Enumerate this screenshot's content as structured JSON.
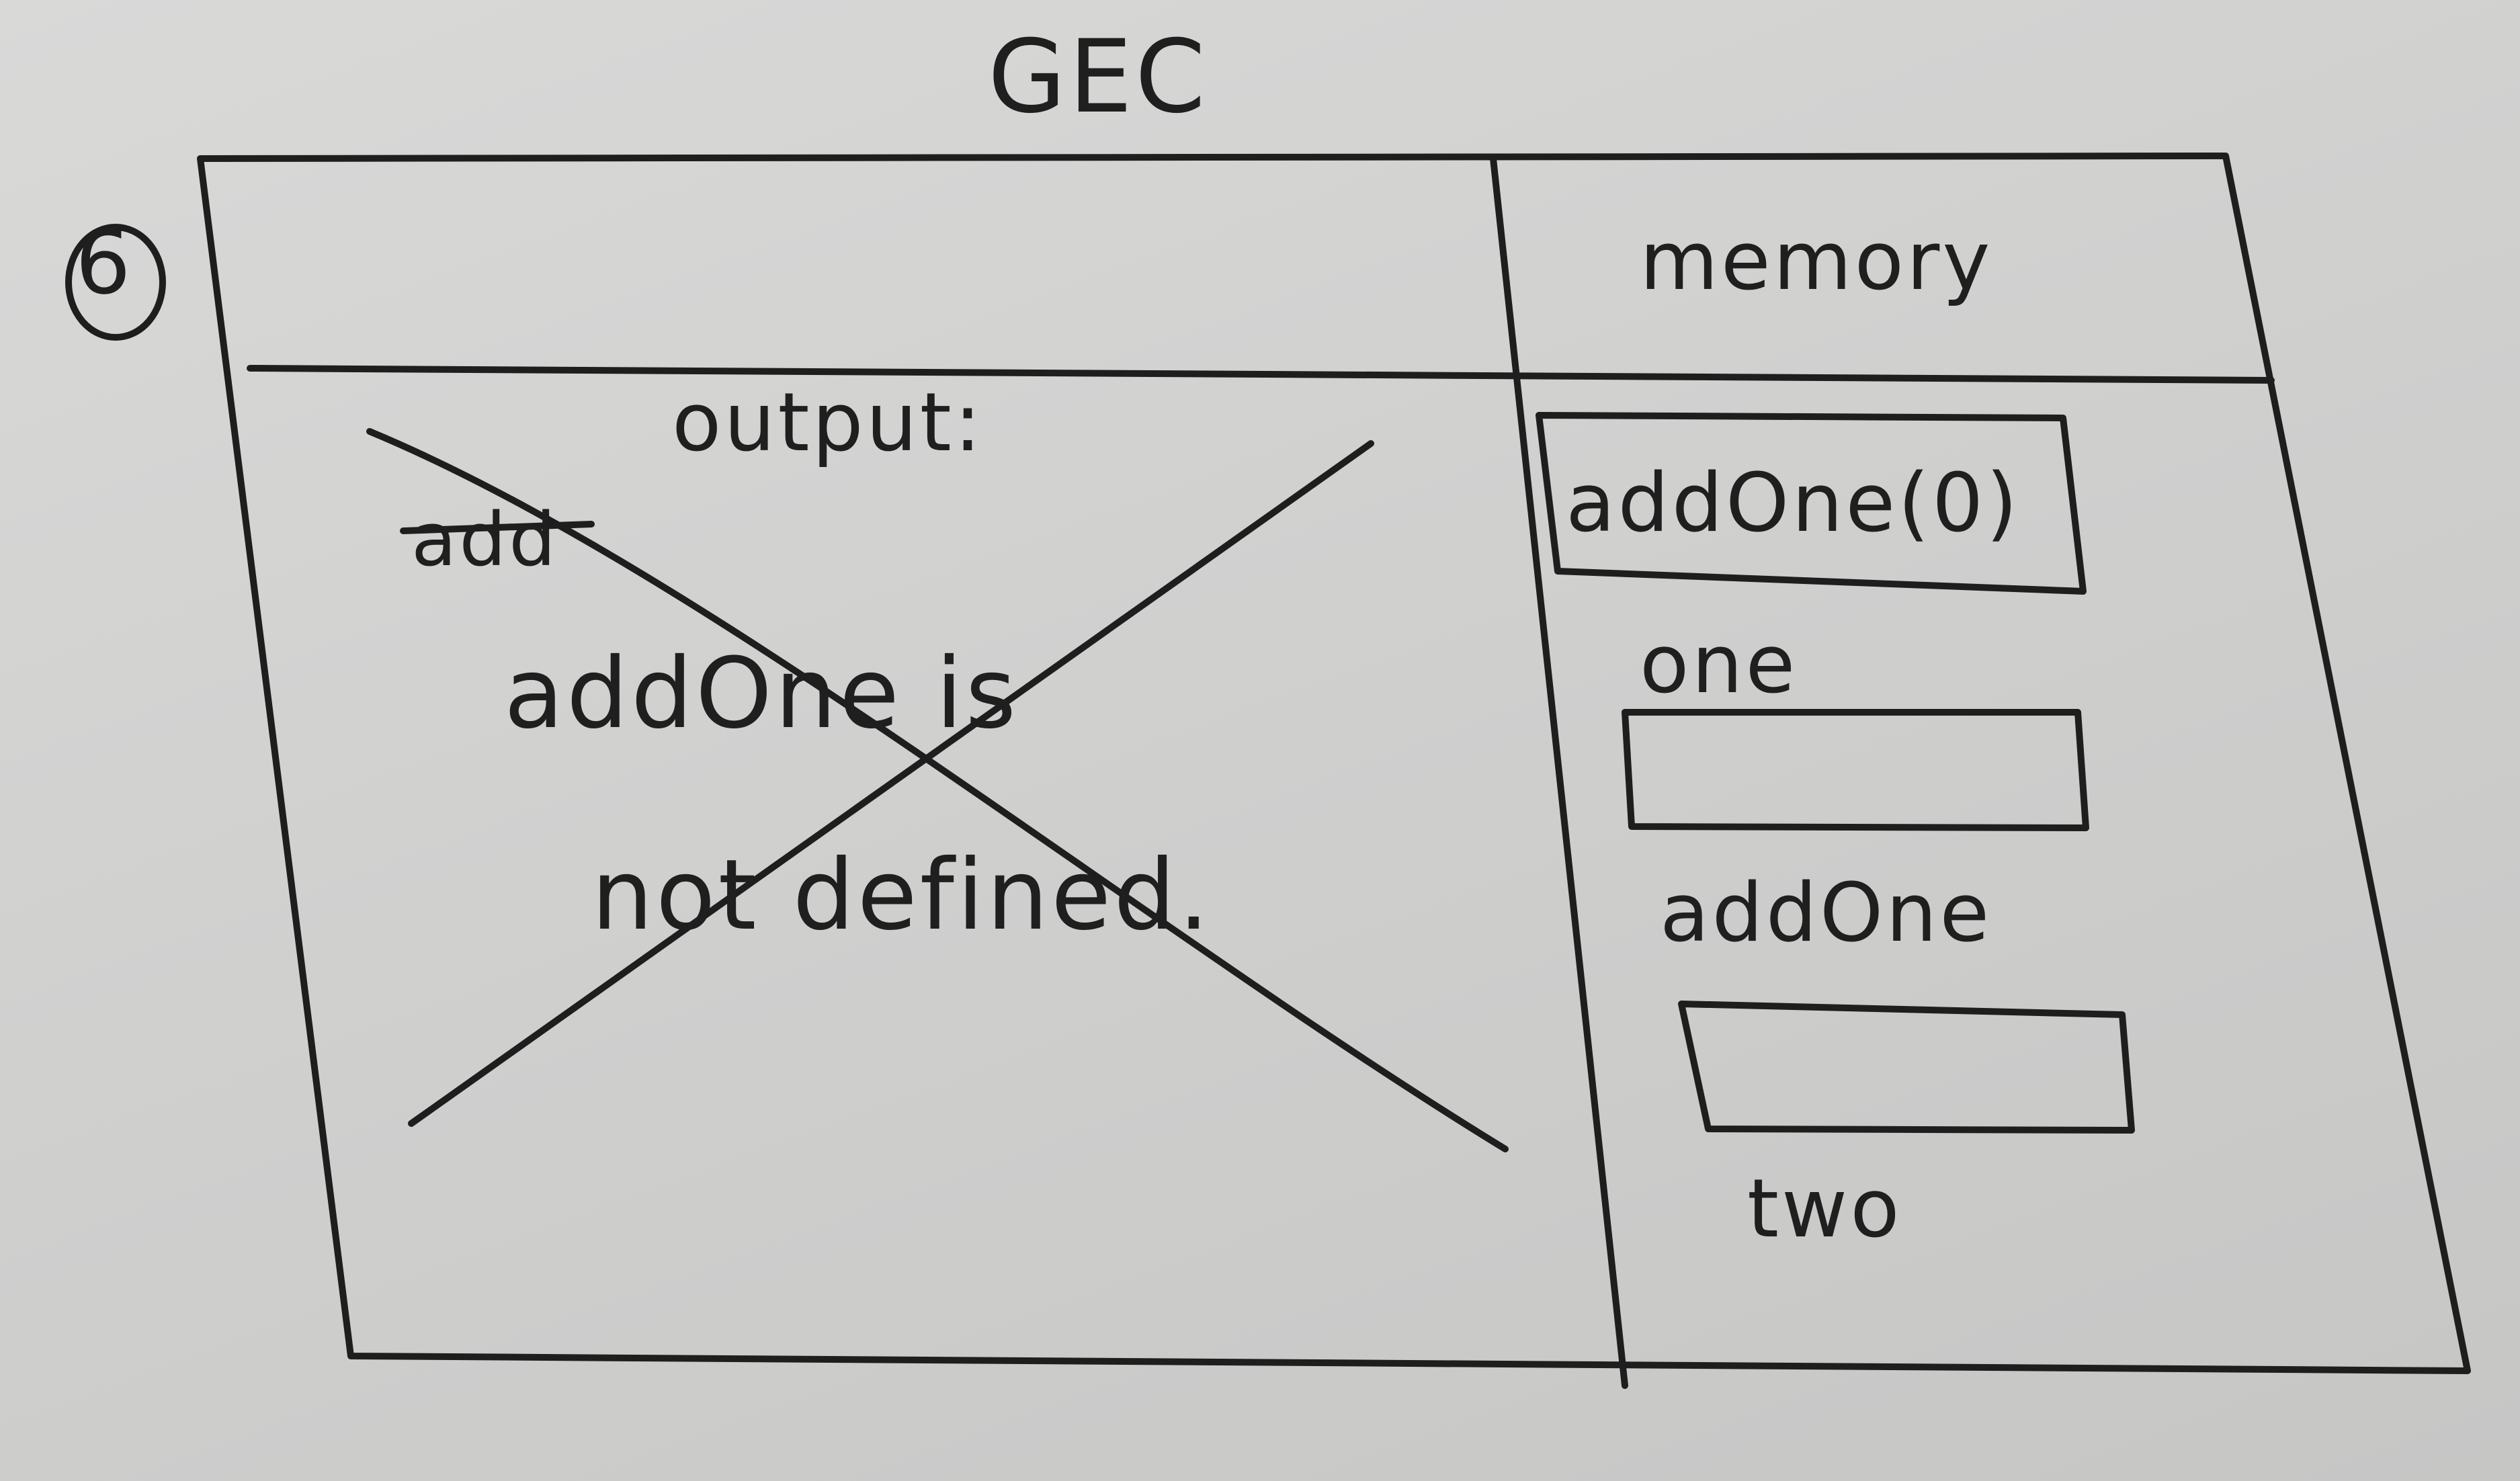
{
  "title": "GEC",
  "step_number": "6",
  "output_panel": {
    "label": "output:",
    "struck_scribble": "add",
    "error_line_1": "addOne is",
    "error_line_2": "not defined."
  },
  "memory_panel": {
    "label": "memory",
    "call": "addOne(0)",
    "variables": [
      "one",
      "addOne",
      "two"
    ]
  }
}
